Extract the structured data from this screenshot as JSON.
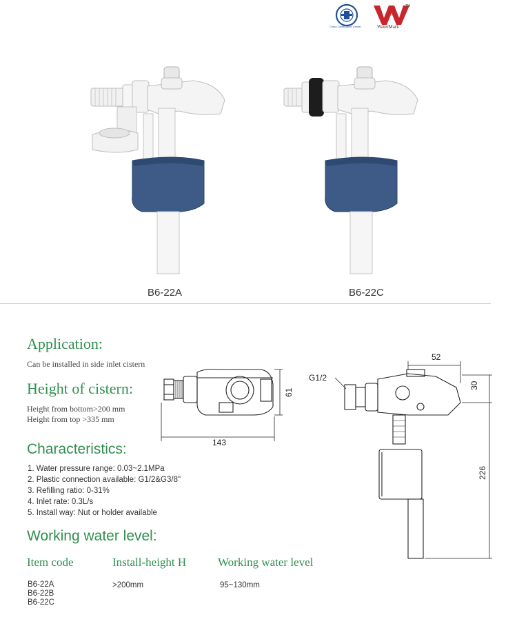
{
  "logos": {
    "cert_text": "China Certification Center",
    "watermark_text": "WaterMark",
    "watermark_tm": "TM"
  },
  "products": [
    {
      "code": "B6-22A"
    },
    {
      "code": "B6-22C"
    }
  ],
  "application": {
    "title": "Application:",
    "text": "Can be installed in side inlet cistern"
  },
  "height_of_cistern": {
    "title": "Height of cistern:",
    "lines": [
      "Height from bottom>200 mm",
      "Height from top >335 mm"
    ]
  },
  "characteristics": {
    "title": "Characteristics:",
    "items": [
      "1. Water pressure range: 0.03~2.1MPa",
      "2. Plastic connection available: G1/2&G3/8\"",
      "3. Refilling ratio: 0-31%",
      "4. Inlet rate: 0.3L/s",
      "5. Install way: Nut or holder available"
    ]
  },
  "working_water_level": {
    "title": "Working water level:",
    "headers": [
      "Item code",
      "Install-height H",
      "Working water level"
    ],
    "codes": [
      "B6-22A",
      "B6-22B",
      "B6-22C"
    ],
    "install_height": ">200mm",
    "water_level": "95~130mm"
  },
  "drawing_left": {
    "width": "143",
    "height": "61"
  },
  "drawing_right": {
    "thread": "G1/2",
    "top_width": "52",
    "top_height": "30",
    "total_height": "226"
  },
  "colors": {
    "accent": "#2f8f4e",
    "float_blue": "#3d5b86",
    "logo_blue": "#1f4f9a",
    "logo_red": "#c9252c"
  }
}
